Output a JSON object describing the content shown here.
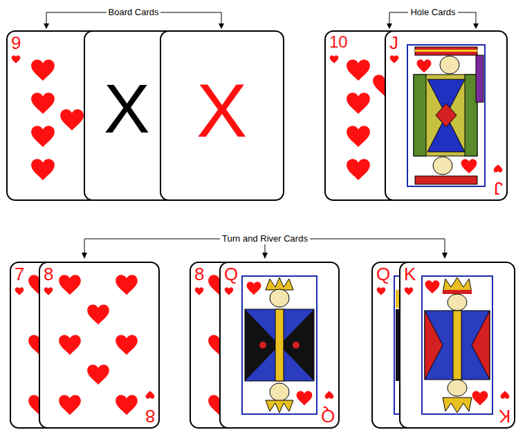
{
  "diagram": {
    "nodes": [
      {
        "text": [
          "9"
        ]
      },
      {
        "text": [
          "X"
        ]
      },
      {
        "text": [
          "X"
        ]
      },
      {
        "text": [
          "10"
        ]
      },
      {
        "text": [
          "J",
          "J"
        ]
      },
      {
        "text": [
          "7"
        ]
      },
      {
        "text": [
          "8",
          "8"
        ]
      },
      {
        "text": [
          "8"
        ]
      },
      {
        "text": [
          "Q",
          "Q"
        ]
      },
      {
        "text": [
          "Q"
        ]
      },
      {
        "text": [
          "K",
          "K"
        ]
      }
    ],
    "labels": [
      "Board Cards",
      "Hole Cards",
      "Turn and River Cards"
    ]
  }
}
